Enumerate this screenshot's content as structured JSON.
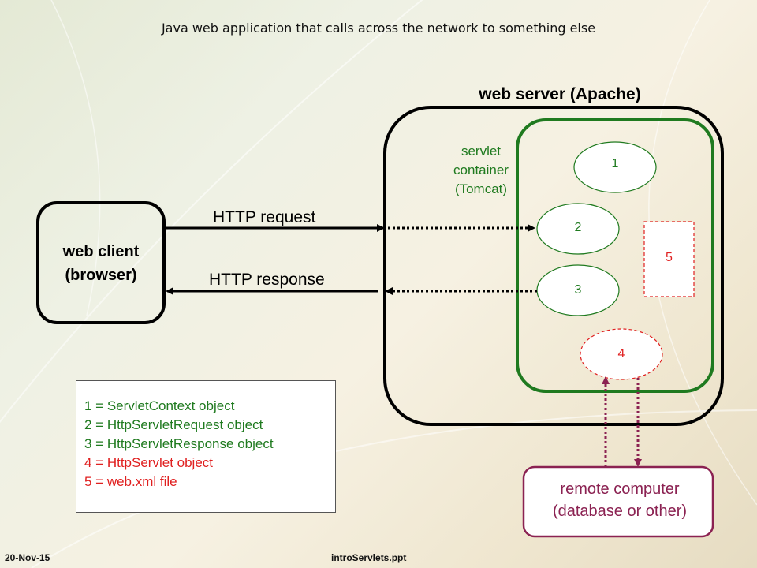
{
  "title": "Java web application that calls across the network to something else",
  "web_server": {
    "label": "web server (Apache)"
  },
  "servlet_container": {
    "label": "servlet\ncontainer\n(Tomcat)"
  },
  "web_client": {
    "label": "web client\n(browser)"
  },
  "arrows": {
    "request_label": "HTTP request",
    "response_label": "HTTP response"
  },
  "objects": {
    "n1": "1",
    "n2": "2",
    "n3": "3",
    "n4": "4",
    "n5": "5"
  },
  "legend": {
    "items": [
      {
        "text": "1 = ServletContext object",
        "color": "#1f7a1f"
      },
      {
        "text": "2 = HttpServletRequest object",
        "color": "#1f7a1f"
      },
      {
        "text": "3 = HttpServletResponse object",
        "color": "#1f7a1f"
      },
      {
        "text": "4 = HttpServlet object",
        "color": "#e02020"
      },
      {
        "text": "5 = web.xml file",
        "color": "#e02020"
      }
    ]
  },
  "remote": {
    "label": "remote computer\n(database or other)"
  },
  "footer": {
    "date": "20-Nov-15",
    "file": "introServlets.ppt"
  },
  "colors": {
    "container_green": "#1f7a1f",
    "red": "#e02020",
    "remote_maroon": "#8b2252"
  }
}
